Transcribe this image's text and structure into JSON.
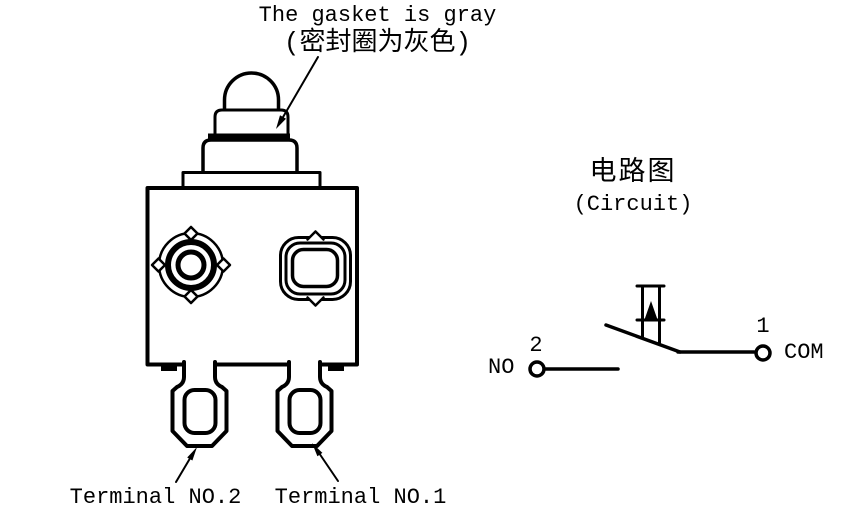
{
  "canvas": {
    "background": "#ffffff",
    "ink": "#000000"
  },
  "switch_drawing": {
    "gasket_note_en": "The gasket is gray",
    "gasket_note_zh": "(密封圈为灰色)",
    "terminal2_label": "Terminal NO.2",
    "terminal1_label": "Terminal NO.1"
  },
  "circuit": {
    "title_zh": "电路图",
    "title_en": "(Circuit)",
    "no_label": "NO",
    "no_pin": "2",
    "com_label": "COM",
    "com_pin": "1"
  }
}
